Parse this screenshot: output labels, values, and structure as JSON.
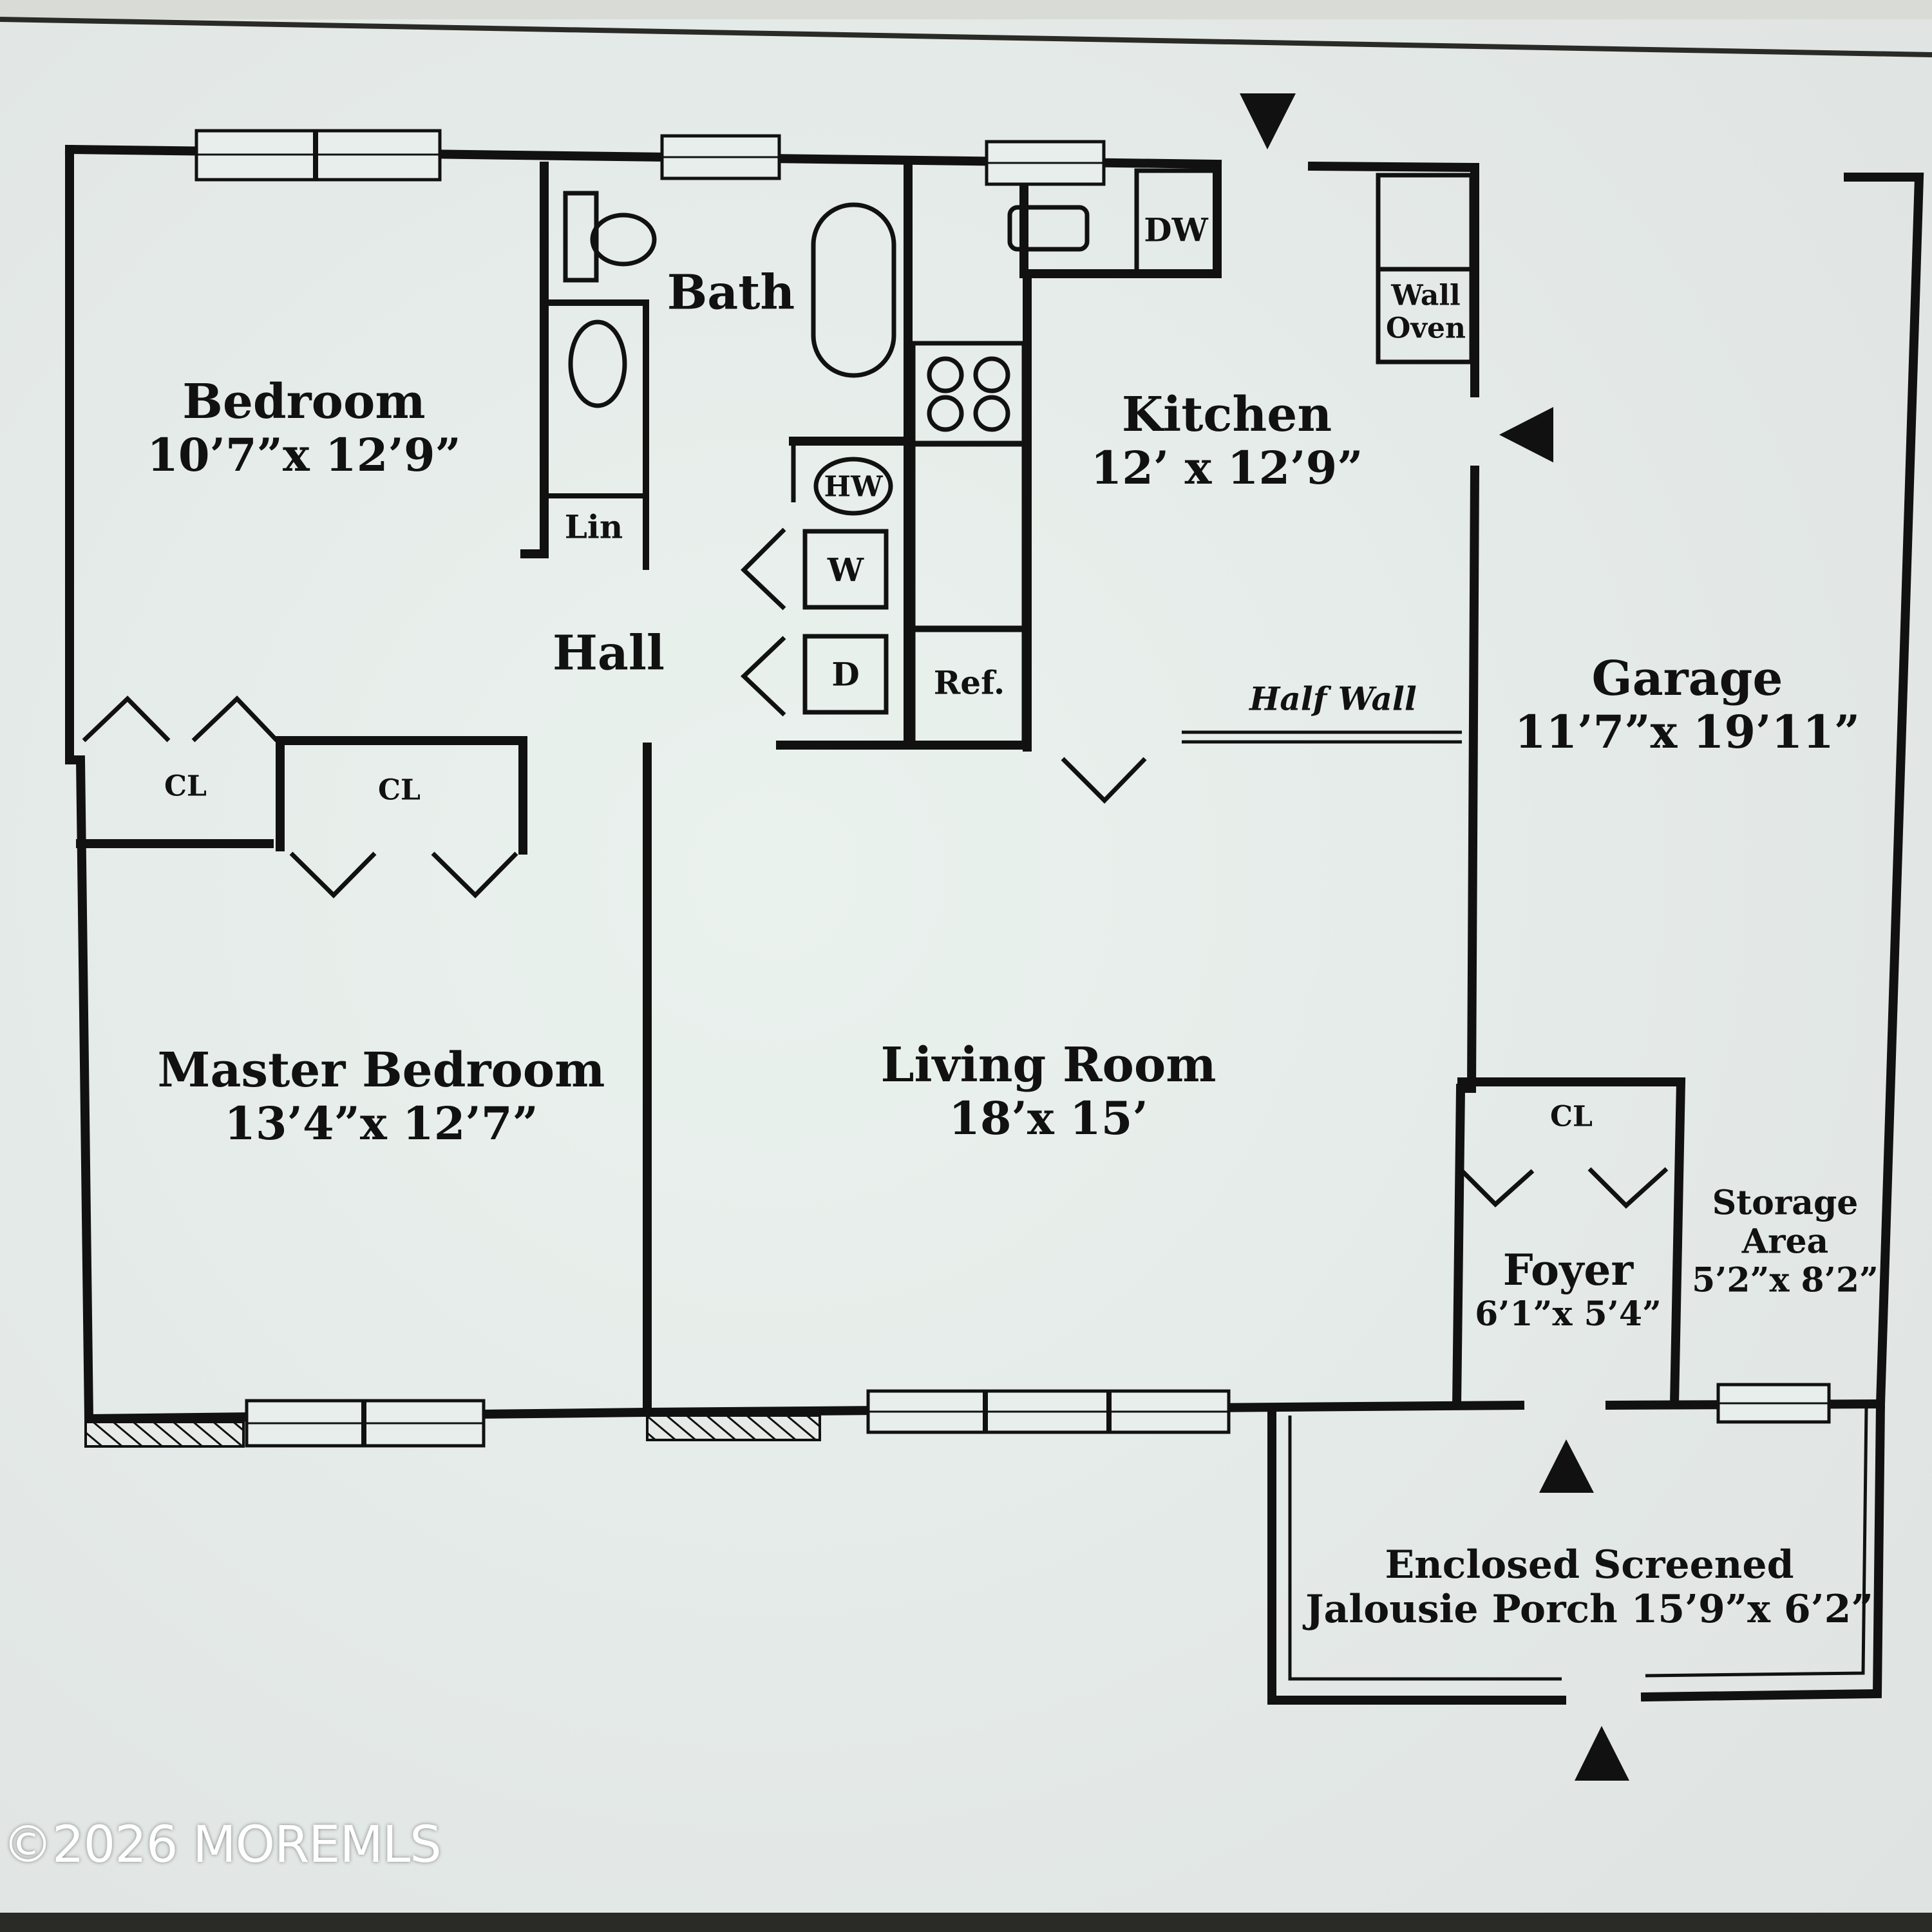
{
  "copyright": "©2026 MOREMLS",
  "rooms": {
    "bedroom": {
      "name": "Bedroom",
      "dims": "10’7”x 12’9”"
    },
    "bath": {
      "name": "Bath"
    },
    "kitchen": {
      "name": "Kitchen",
      "dims": "12’ x 12’9”"
    },
    "hall": {
      "name": "Hall"
    },
    "garage": {
      "name": "Garage",
      "dims": "11’7”x 19’11”"
    },
    "master": {
      "name": "Master Bedroom",
      "dims": "13’4”x 12’7”"
    },
    "living": {
      "name": "Living Room",
      "dims": "18’x 15’"
    },
    "foyer": {
      "name": "Foyer",
      "dims": "6’1”x 5’4”"
    },
    "storage": {
      "name_line1": "Storage",
      "name_line2": "Area",
      "dims": "5’2”x 8’2”"
    },
    "porch": {
      "line1": "Enclosed Screened",
      "line2": "Jalousie Porch 15’9”x 6’2”"
    }
  },
  "fixtures": {
    "dishwasher": "DW",
    "wall_oven_line1": "Wall",
    "wall_oven_line2": "Oven",
    "water_heater": "HW",
    "washer": "W",
    "dryer": "D",
    "refrigerator": "Ref.",
    "linen": "Lin",
    "closet": "CL",
    "half_wall": "Half Wall"
  },
  "colors": {
    "background": "#e4e9e6",
    "walls": "#111111",
    "frame": "#d9dcd6"
  }
}
